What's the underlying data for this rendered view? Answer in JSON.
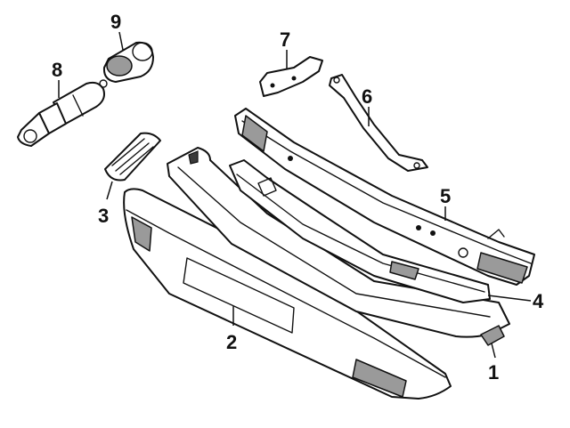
{
  "callouts": {
    "c1": "1",
    "c2": "2",
    "c3": "3",
    "c4": "4",
    "c5": "5",
    "c6": "6",
    "c7": "7",
    "c8": "8",
    "c9": "9"
  },
  "colors": {
    "line": "#111111",
    "fill": "#ffffff",
    "shade": "#9a9a9a"
  }
}
